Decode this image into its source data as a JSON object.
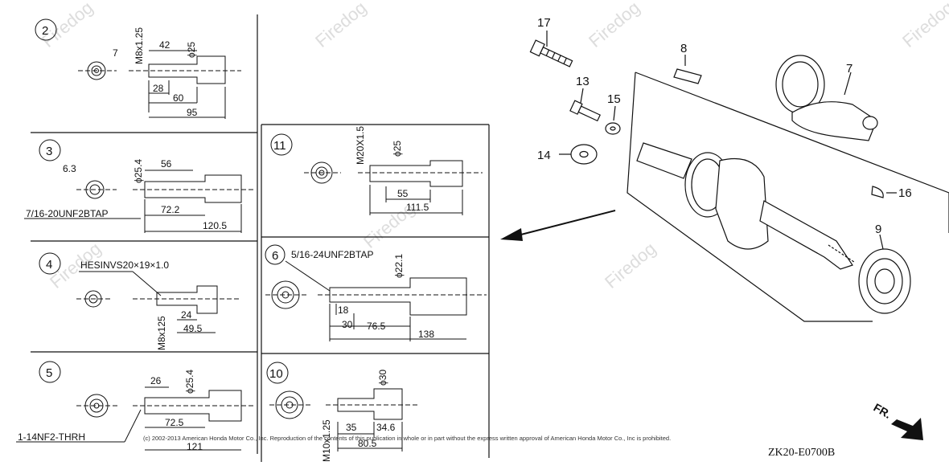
{
  "panels": [
    {
      "id": "2",
      "dims": [
        "M8x1.25",
        "42",
        "ϕ25",
        "28",
        "60",
        "95"
      ],
      "ref": "7"
    },
    {
      "id": "3",
      "dims": [
        "6.3",
        "ϕ25.4",
        "56",
        "72.2",
        "120.5"
      ],
      "note": "7/16-20UNF2BTAP"
    },
    {
      "id": "4",
      "dims": [
        "24",
        "49.5",
        "M8x125"
      ],
      "note": "HESINVS20×19×1.0"
    },
    {
      "id": "5",
      "dims": [
        "26",
        "ϕ25.4",
        "121",
        "72.5"
      ],
      "note": "1-14NF2-THRH"
    },
    {
      "id": "11",
      "dims": [
        "M20X1.5",
        "ϕ25",
        "55",
        "111.5"
      ]
    },
    {
      "id": "6",
      "dims": [
        "ϕ22.1",
        "18",
        "30",
        "76.5",
        "138"
      ],
      "note": "5/16-24UNF2BTAP"
    },
    {
      "id": "10",
      "dims": [
        "ϕ30",
        "35",
        "34.6",
        "80.5",
        "M10x1.25"
      ]
    }
  ],
  "callouts": [
    "17",
    "13",
    "15",
    "14",
    "8",
    "7",
    "16",
    "9"
  ],
  "direction_label": "FR.",
  "watermark": "Firedog",
  "copyright": "(c) 2002-2013 American Honda Motor Co., Inc. Reproduction of the contents of this publication in whole or in part without the express written approval of American Honda Motor Co., Inc is prohibited.",
  "diagram_code": "ZK20-E0700B"
}
